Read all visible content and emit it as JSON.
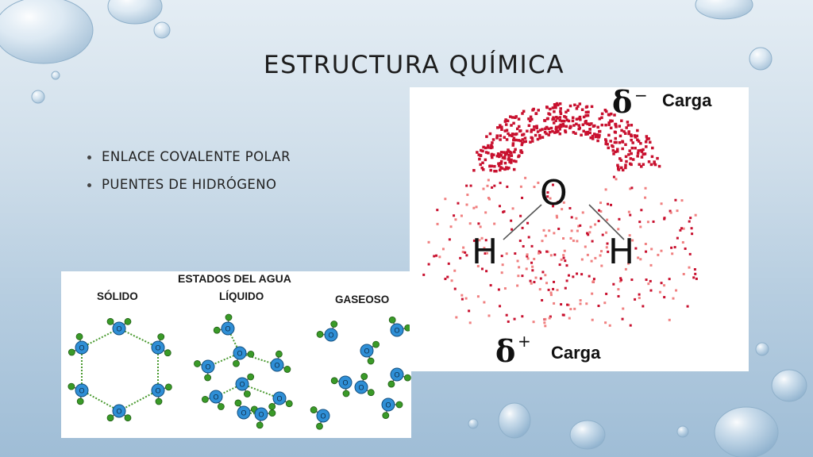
{
  "slide": {
    "title": "ESTRUCTURA QUÍMICA",
    "bullets": [
      "ENLACE COVALENTE POLAR",
      "PUENTES DE HIDRÓGENO"
    ]
  },
  "states_figure": {
    "title": "ESTADOS DEL AGUA",
    "labels": {
      "solid": "SÓLIDO",
      "liquid": "LÍQUIDO",
      "gas": "GASEOSO"
    },
    "atom_label": "O"
  },
  "charge_figure": {
    "oxygen": "O",
    "hydrogen_left": "H",
    "hydrogen_right": "H",
    "delta_symbol": "δ",
    "negative_sign": "−",
    "positive_sign": "+",
    "negative_label": "Carga",
    "positive_label": "Carga"
  },
  "colors": {
    "oxygen_atom": "#2f8fd6",
    "hydrogen_atom": "#3a9a28",
    "charge_dark": "#c8102e",
    "charge_light": "#f08080"
  }
}
